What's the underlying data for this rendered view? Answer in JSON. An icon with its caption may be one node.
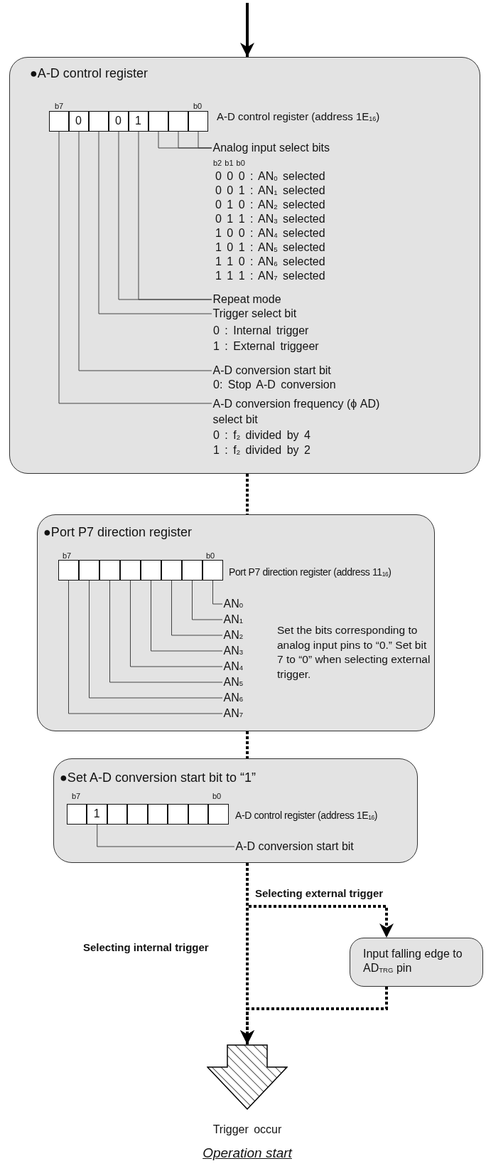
{
  "diagram": {
    "caption": "Operation start",
    "nodes": [
      {
        "text": [
          "●A-D control register"
        ]
      },
      {
        "text": [],
        "shape": "box",
        "in": 0
      },
      {
        "text": [
          "0"
        ],
        "in": 0
      },
      {
        "text": [],
        "shape": "box",
        "in": 0
      },
      {
        "text": [
          "0"
        ],
        "in": 0
      },
      {
        "text": [
          "1"
        ],
        "in": 0
      },
      {
        "text": [],
        "shape": "box",
        "in": 0
      },
      {
        "text": [],
        "shape": "box",
        "in": 0
      },
      {
        "text": [],
        "shape": "box",
        "in": 0
      },
      {
        "text": [
          "Analog input select bits"
        ],
        "in": 0,
        "beside": [
          "b2 b1 b0",
          "0 0 0 : AN$_{0}$ selected",
          "0 0 1 : AN$_{1}$ selected",
          "0 1 0 : AN$_{2}$ selected",
          "0 1 1 : AN$_{3}$ selected",
          "1 0 0 : AN$_{4}$ selected",
          "1 0 1 : AN$_{5}$ selected",
          "1 1 0 : AN$_{6}$ selected",
          "1 1 1 : AN$_{7}$ selected"
        ]
      },
      {
        "text": [
          "Repeat mode"
        ],
        "in": 0
      },
      {
        "text": [
          "Trigger select bit"
        ],
        "in": 0,
        "beside": [
          "0 : Internal trigger",
          "1 : External triggeer"
        ]
      },
      {
        "text": [
          "A-D conversion start bit"
        ],
        "in": 0,
        "beside": [
          "0: Stop A-D conversion"
        ]
      },
      {
        "text": [
          "A-D conversion frequency (ϕ AD) select bit"
        ],
        "in": 0,
        "beside": [
          "0 : f$_{2}$ divided by 4",
          "1 : f$_{2}$ divided by 2"
        ]
      },
      {
        "text": [
          "●Port P7 direction register"
        ]
      },
      {
        "text": [],
        "shape": "box",
        "in": 14
      },
      {
        "text": [],
        "shape": "box",
        "in": 14
      },
      {
        "text": [],
        "shape": "box",
        "in": 14
      },
      {
        "text": [],
        "shape": "box",
        "in": 14
      },
      {
        "text": [],
        "shape": "box",
        "in": 14
      },
      {
        "text": [],
        "shape": "box",
        "in": 14
      },
      {
        "text": [],
        "shape": "box",
        "in": 14
      },
      {
        "text": [],
        "shape": "box",
        "in": 14
      },
      {
        "text": [
          "AN$_{0}$"
        ],
        "in": 14
      },
      {
        "text": [
          "AN$_{1}$"
        ],
        "in": 14
      },
      {
        "text": [
          "AN$_{2}$"
        ],
        "in": 14
      },
      {
        "text": [
          "AN$_{3}$"
        ],
        "in": 14
      },
      {
        "text": [
          "AN$_{4}$"
        ],
        "in": 14
      },
      {
        "text": [
          "AN$_{5}$"
        ],
        "in": 14
      },
      {
        "text": [
          "AN$_{6}$"
        ],
        "in": 14
      },
      {
        "text": [
          "AN$_{7}$"
        ],
        "in": 14
      },
      {
        "text": [
          "●Set A-D conversion start bit to “1”"
        ]
      },
      {
        "text": [],
        "shape": "box",
        "in": 31
      },
      {
        "text": [
          "1"
        ],
        "in": 31
      },
      {
        "text": [],
        "shape": "box",
        "in": 31
      },
      {
        "text": [],
        "shape": "box",
        "in": 31
      },
      {
        "text": [],
        "shape": "box",
        "in": 31
      },
      {
        "text": [],
        "shape": "box",
        "in": 31
      },
      {
        "text": [],
        "shape": "box",
        "in": 31
      },
      {
        "text": [],
        "shape": "box",
        "in": 31
      },
      {
        "text": [
          "A-D conversion start bit"
        ],
        "in": 31
      },
      {
        "text": [
          "Input falling edge to AD$_{TRG}$ pin"
        ]
      },
      {
        "text": [],
        "shape": "arrow",
        "beside": [
          "Trigger occur"
        ]
      }
    ],
    "edges": [
      {
        "from": null,
        "to": 0,
        "arrow": "to",
        "style": "thick"
      },
      {
        "from": 6,
        "to": 9,
        "arrow": "none"
      },
      {
        "from": 7,
        "to": 9,
        "arrow": "none"
      },
      {
        "from": 8,
        "to": 9,
        "arrow": "none"
      },
      {
        "from": 4,
        "to": 10,
        "arrow": "none"
      },
      {
        "from": 5,
        "to": 10,
        "arrow": "none"
      },
      {
        "from": 3,
        "to": 11,
        "arrow": "none"
      },
      {
        "from": 2,
        "to": 12,
        "arrow": "none"
      },
      {
        "from": 1,
        "to": 13,
        "arrow": "none"
      },
      {
        "from": 0,
        "to": 14,
        "arrow": "none",
        "style": "dashed"
      },
      {
        "from": 22,
        "to": 23,
        "arrow": "none"
      },
      {
        "from": 21,
        "to": 24,
        "arrow": "none"
      },
      {
        "from": 20,
        "to": 25,
        "arrow": "none"
      },
      {
        "from": 19,
        "to": 26,
        "arrow": "none"
      },
      {
        "from": 18,
        "to": 27,
        "arrow": "none"
      },
      {
        "from": 17,
        "to": 28,
        "arrow": "none"
      },
      {
        "from": 16,
        "to": 29,
        "arrow": "none"
      },
      {
        "from": 15,
        "to": 30,
        "arrow": "none"
      },
      {
        "from": 14,
        "to": 31,
        "arrow": "none",
        "style": "dashed"
      },
      {
        "from": 33,
        "to": 40,
        "arrow": "none"
      },
      {
        "from": 31,
        "to": 41,
        "arrow": "to",
        "style": "dashed",
        "label": "Selecting external trigger"
      },
      {
        "from": 31,
        "to": 42,
        "arrow": "to",
        "style": "dashed",
        "label": "Selecting internal trigger"
      },
      {
        "from": 41,
        "to": 42,
        "arrow": "to",
        "style": "dashed"
      }
    ],
    "labels": [
      "b7",
      "b0",
      "A-D control register (address 1E$_{16}$)",
      "b7",
      "b0",
      "Port P7 direction register (address 11$_{16}$)",
      "Set the bits corresponding to analog input pins to “0.” Set bit 7 to “0” when selecting external trigger.",
      "b7",
      "b0",
      "A-D control register (address 1E$_{16}$)"
    ]
  }
}
